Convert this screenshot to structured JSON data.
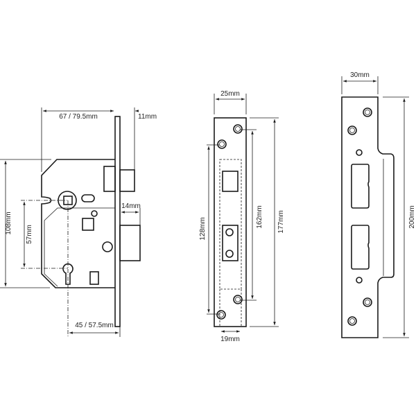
{
  "sashlock": {
    "width_label": "67 / 79.5mm",
    "latch_projection_label": "11mm",
    "case_height_label": "108mm",
    "centres_label": "57mm",
    "bolt_throw_label": "14mm",
    "backset_label": "45 / 57.5mm"
  },
  "forend": {
    "width_label": "25mm",
    "inner_fixing_label": "128mm",
    "outer_fixing_label": "162mm",
    "height_label": "177mm",
    "recess_width_label": "19mm"
  },
  "strike_plate": {
    "width_label": "30mm",
    "height_label": "200mm"
  },
  "colors": {
    "line": "#1a1a1a",
    "background": "#ffffff"
  }
}
